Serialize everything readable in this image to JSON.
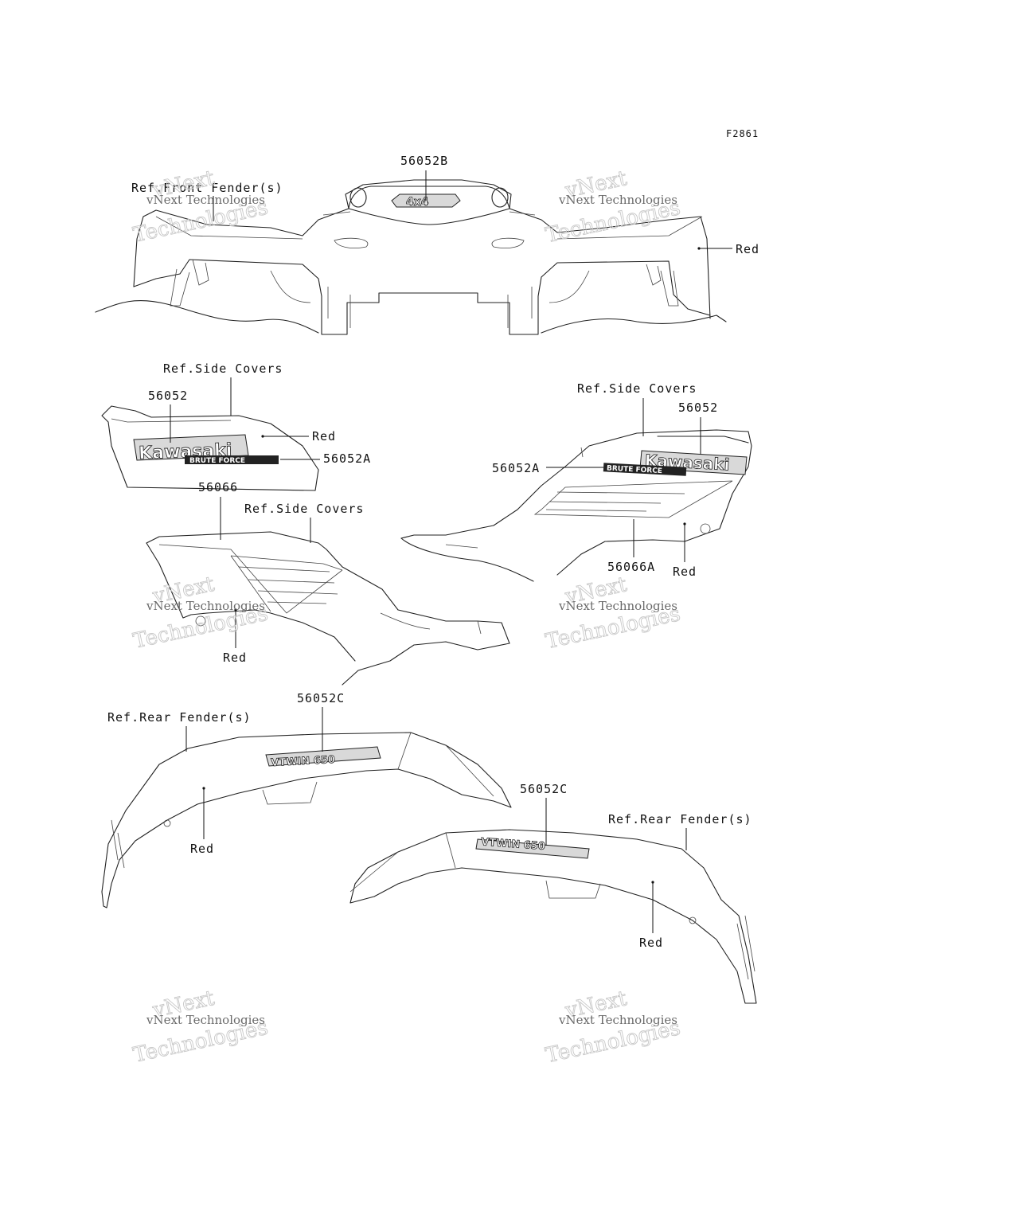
{
  "figure_code": "F2861",
  "callouts": {
    "front_fender_ref": "Ref.Front Fender(s)",
    "front_decal": "56052B",
    "front_red": "Red",
    "side_left_ref": "Ref.Side Covers",
    "side_left_56052": "56052",
    "side_left_red": "Red",
    "side_left_56052a": "56052A",
    "side_lower_56066": "56066",
    "side_lower_ref": "Ref.Side Covers",
    "side_lower_red": "Red",
    "side_right_ref": "Ref.Side Covers",
    "side_right_56052": "56052",
    "side_right_56052a": "56052A",
    "side_right_56066a": "56066A",
    "side_right_red": "Red",
    "rear_left_56052c": "56052C",
    "rear_left_ref": "Ref.Rear Fender(s)",
    "rear_left_red": "Red",
    "rear_right_56052c": "56052C",
    "rear_right_ref": "Ref.Rear Fender(s)",
    "rear_right_red": "Red"
  },
  "emblems": {
    "four_by_four": "4x4",
    "kawasaki": "Kawasaki",
    "brute_force": "BRUTE FORCE",
    "vtwin": "VTWIN 650"
  },
  "watermark": {
    "brand_big_1": "vNext",
    "brand_big_2": "Technologies",
    "brand_small": "vNext Technologies"
  }
}
